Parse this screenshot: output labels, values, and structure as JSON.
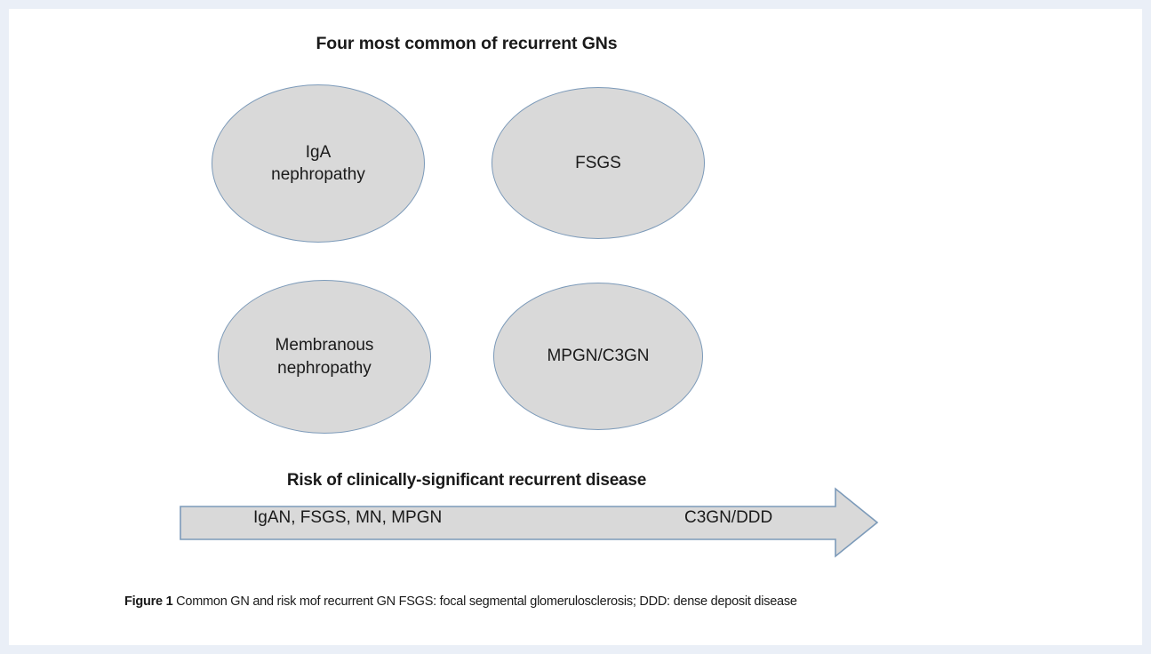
{
  "figure": {
    "title": "Four most common of recurrent GNs",
    "nodes": [
      {
        "id": "iga",
        "label": "IgA\nnephropathy"
      },
      {
        "id": "fsgs",
        "label": "FSGS"
      },
      {
        "id": "mn",
        "label": "Membranous\nnephropathy"
      },
      {
        "id": "mpgn",
        "label": "MPGN/C3GN"
      }
    ],
    "risk_scale": {
      "heading": "Risk of clinically-significant recurrent disease",
      "low_end_label": "IgAN, FSGS, MN, MPGN",
      "high_end_label": "C3GN/DDD",
      "direction": "left-to-right increasing"
    },
    "caption": {
      "prefix": "Figure 1",
      "text": " Common GN and risk mof recurrent GN FSGS: focal segmental glomerulosclerosis; DDD: dense deposit disease"
    }
  },
  "colors": {
    "page_background": "#eaeff7",
    "panel_background": "#ffffff",
    "shape_fill": "#d9d9d9",
    "shape_stroke": "#7c9ab9",
    "text": "#1a1a1a"
  }
}
